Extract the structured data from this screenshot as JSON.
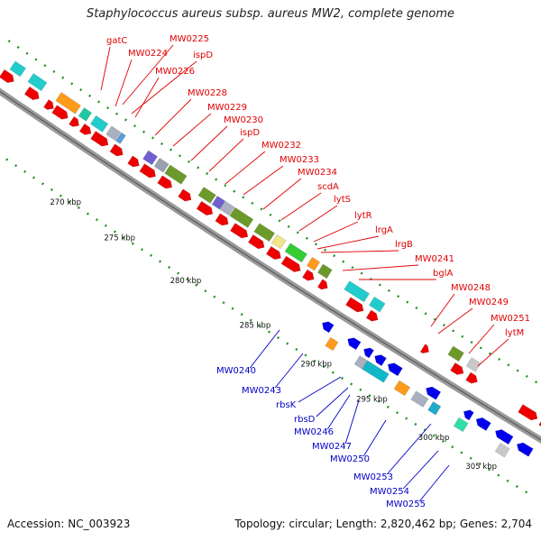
{
  "title": "Staphylococcus aureus subsp. aureus MW2, complete genome",
  "accession_label": "Accession: NC_003923",
  "summary_label": "Topology: circular; Length: 2,820,462 bp; Genes: 2,704",
  "colors": {
    "forward_gene": "#ee0000",
    "reverse_gene": "#0000ee",
    "backbone": "#8c8c8c",
    "gc_dots": "#1f8f1f",
    "forward_label": "#e00000",
    "reverse_label": "#0000c8"
  },
  "ticks": [
    {
      "label": "270 kbp"
    },
    {
      "label": "275 kbp"
    },
    {
      "label": "280 kbp"
    },
    {
      "label": "285 kbp"
    },
    {
      "label": "290 kbp"
    },
    {
      "label": "295 kbp"
    },
    {
      "label": "300 kbp"
    },
    {
      "label": "305 kbp"
    }
  ],
  "forward_labels": [
    {
      "text": "gatC"
    },
    {
      "text": "MW0225"
    },
    {
      "text": "MW0224"
    },
    {
      "text": "ispD"
    },
    {
      "text": "MW0226"
    },
    {
      "text": "MW0228"
    },
    {
      "text": "MW0229"
    },
    {
      "text": "MW0230"
    },
    {
      "text": "ispD"
    },
    {
      "text": "MW0232"
    },
    {
      "text": "MW0233"
    },
    {
      "text": "MW0234"
    },
    {
      "text": "scdA"
    },
    {
      "text": "lytS"
    },
    {
      "text": "lytR"
    },
    {
      "text": "lrgA"
    },
    {
      "text": "lrgB"
    },
    {
      "text": "MW0241"
    },
    {
      "text": "bglA"
    },
    {
      "text": "MW0248"
    },
    {
      "text": "MW0249"
    },
    {
      "text": "MW0251"
    },
    {
      "text": "lytM"
    }
  ],
  "reverse_labels": [
    {
      "text": "MW0240"
    },
    {
      "text": "MW0243"
    },
    {
      "text": "rbsK"
    },
    {
      "text": "rbsD"
    },
    {
      "text": "MW0246"
    },
    {
      "text": "MW0247"
    },
    {
      "text": "MW0250"
    },
    {
      "text": "MW0253"
    },
    {
      "text": "MW0254"
    },
    {
      "text": "MW0255"
    }
  ]
}
